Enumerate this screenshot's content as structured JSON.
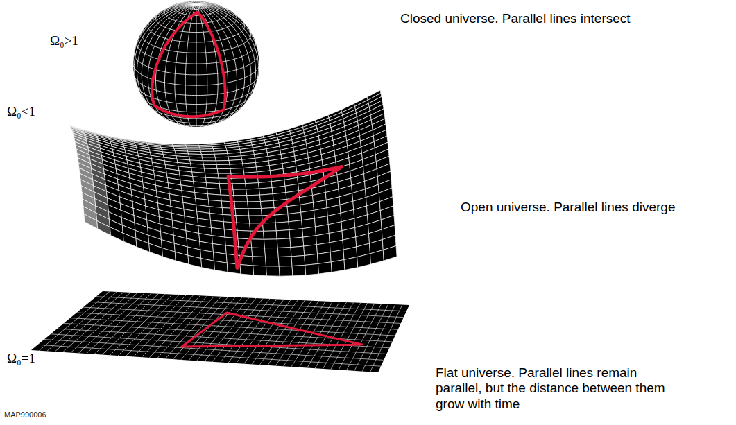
{
  "diagram": {
    "labels": [
      "Ω₀>1",
      "Closed universe. Parallel lines intersect",
      "Ω₀<1",
      "Open universe. Parallel lines diverge",
      "Ω₀=1",
      "Flat universe. Parallel lines remain parallel, but the distance between them grow with time",
      "MAP990006"
    ]
  }
}
